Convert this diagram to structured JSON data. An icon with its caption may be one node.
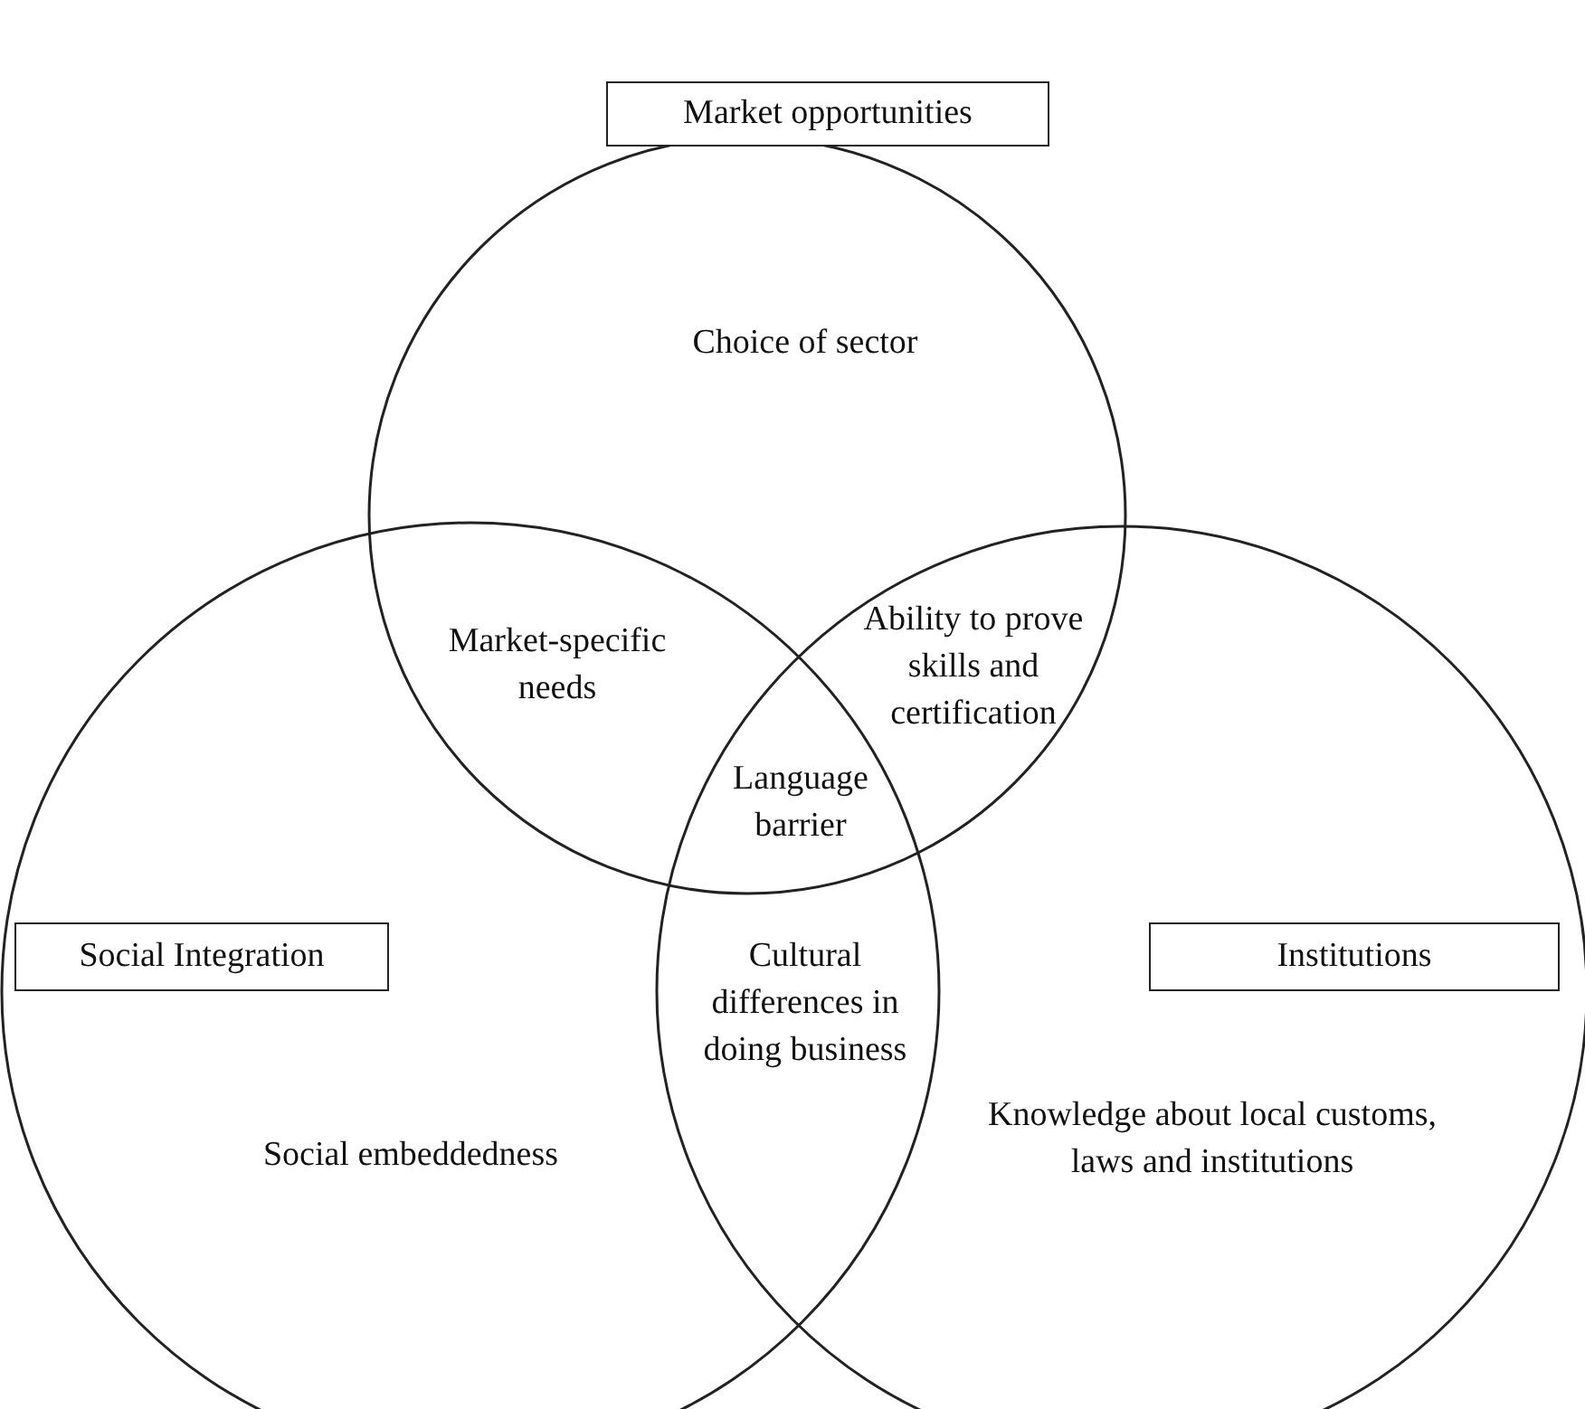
{
  "diagram": {
    "nodes": [
      {
        "text": [
          "Choice of sector"
        ]
      },
      {
        "text": [
          "Social embeddedness"
        ]
      },
      {
        "text": [
          "Knowledge about local customs, laws and institutions"
        ]
      },
      {
        "text": [
          "Market opportunities"
        ]
      },
      {
        "text": [
          "Social Integration"
        ],
        "in": 1
      },
      {
        "text": [
          "Institutions"
        ],
        "in": 2
      }
    ],
    "edges": [],
    "labels": [
      "Market-specific needs",
      "Ability to prove skills and certification",
      "Language barrier",
      "Cultural differences in doing business"
    ]
  }
}
